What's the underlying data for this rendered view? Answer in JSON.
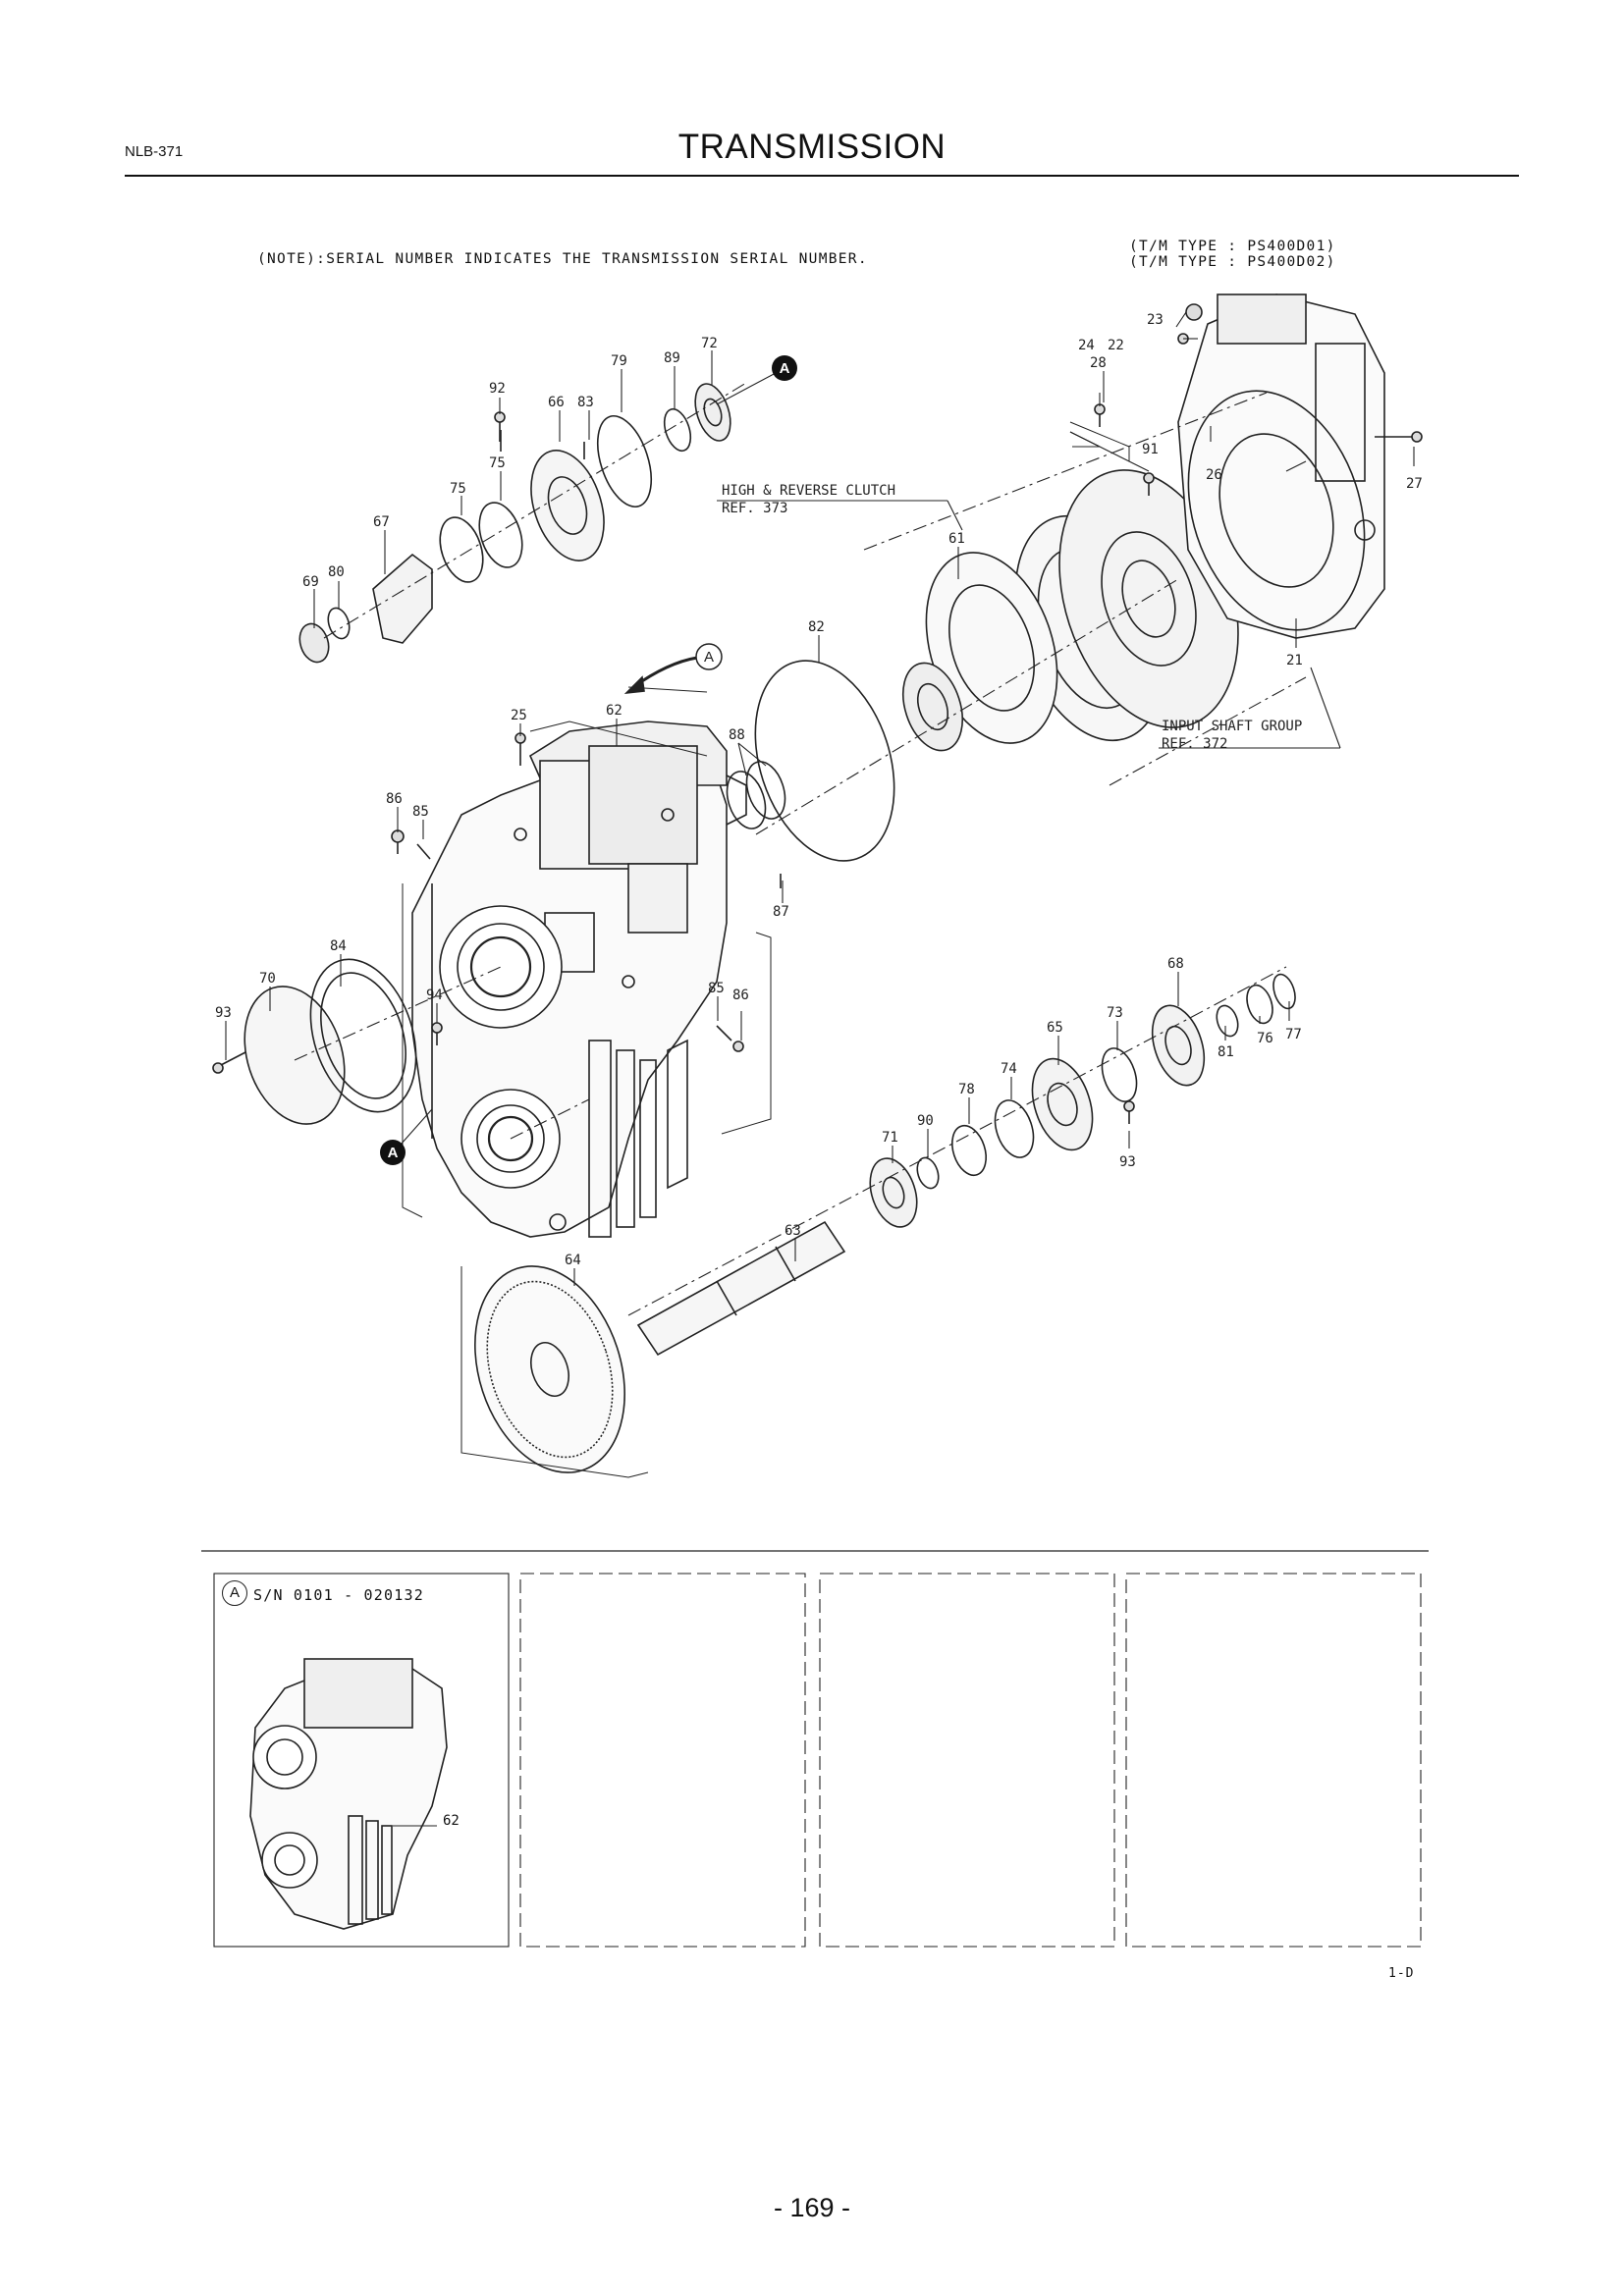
{
  "header": {
    "page_code": "NLB-371",
    "title": "TRANSMISSION"
  },
  "note": "(NOTE):SERIAL NUMBER INDICATES THE TRANSMISSION SERIAL NUMBER.",
  "tm_types": [
    "(T/M TYPE : PS400D01)",
    "(T/M TYPE : PS400D02)"
  ],
  "refs": {
    "clutch_label": "HIGH & REVERSE CLUTCH",
    "clutch_ref": "REF. 373",
    "input_label": "INPUT SHAFT GROUP",
    "input_ref": "REF. 372"
  },
  "callouts": {
    "c21": "21",
    "c22": "22",
    "c23": "23",
    "c24": "24",
    "c25": "25",
    "c26": "26",
    "c27": "27",
    "c28": "28",
    "c61": "61",
    "c62": "62",
    "c63": "63",
    "c64": "64",
    "c65": "65",
    "c66": "66",
    "c67": "67",
    "c68": "68",
    "c69": "69",
    "c70": "70",
    "c71": "71",
    "c72": "72",
    "c73": "73",
    "c74": "74",
    "c75a": "75",
    "c75b": "75",
    "c76": "76",
    "c77": "77",
    "c78": "78",
    "c79": "79",
    "c80": "80",
    "c81": "81",
    "c82": "82",
    "c83": "83",
    "c84": "84",
    "c85a": "85",
    "c85b": "85",
    "c86a": "86",
    "c86b": "86",
    "c87": "87",
    "c88": "88",
    "c89": "89",
    "c90": "90",
    "c91": "91",
    "c92": "92",
    "c93a": "93",
    "c93b": "93",
    "c94": "94"
  },
  "markers": {
    "a_filled_top": "A",
    "a_filled_side": "A",
    "a_open": "A"
  },
  "inset": {
    "marker": "A",
    "serial_range": "S/N 0101 - 020132",
    "callout": "62"
  },
  "sheet_code": "1-D",
  "page_number": "- 169 -"
}
